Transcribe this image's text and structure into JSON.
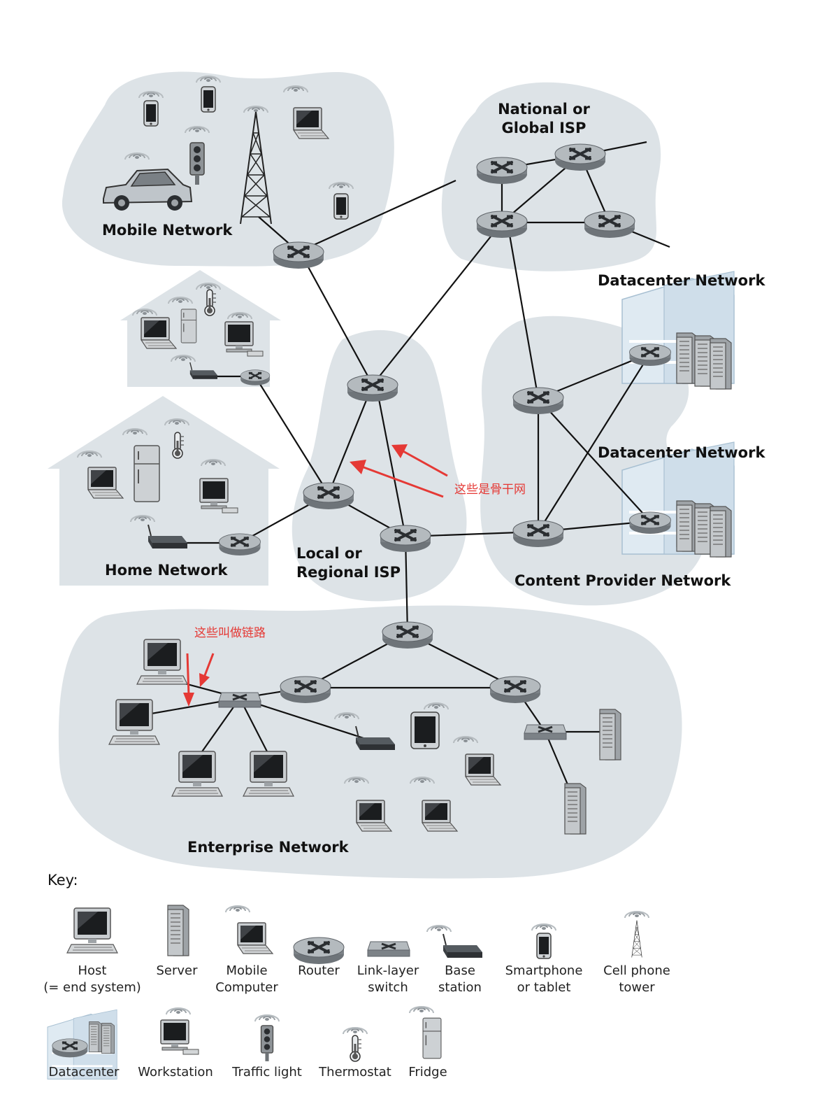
{
  "regions": {
    "mobile": "Mobile Network",
    "global_isp": [
      "National or",
      "Global ISP"
    ],
    "datacenter_top": "Datacenter Network",
    "datacenter_mid": "Datacenter Network",
    "home": "Home Network",
    "regional_isp": [
      "Local or",
      "Regional ISP"
    ],
    "content_provider": "Content Provider Network",
    "enterprise": "Enterprise Network"
  },
  "annotations": {
    "backbone": "这些是骨干网",
    "links": "这些叫做链路"
  },
  "key": {
    "title": "Key:",
    "items": [
      {
        "icon": "host-icon",
        "label": [
          "Host",
          "(= end system)"
        ]
      },
      {
        "icon": "server-icon",
        "label": [
          "Server"
        ]
      },
      {
        "icon": "mobile-computer-icon",
        "label": [
          "Mobile",
          "Computer"
        ]
      },
      {
        "icon": "router-icon",
        "label": [
          "Router"
        ]
      },
      {
        "icon": "link-layer-switch-icon",
        "label": [
          "Link-layer",
          "switch"
        ]
      },
      {
        "icon": "base-station-icon",
        "label": [
          "Base",
          "station"
        ]
      },
      {
        "icon": "smartphone-icon",
        "label": [
          "Smartphone",
          "or tablet"
        ]
      },
      {
        "icon": "cell-tower-icon",
        "label": [
          "Cell phone",
          "tower"
        ]
      },
      {
        "icon": "datacenter-icon",
        "label": [
          "Datacenter"
        ]
      },
      {
        "icon": "workstation-icon",
        "label": [
          "Workstation"
        ]
      },
      {
        "icon": "traffic-light-icon",
        "label": [
          "Traffic light"
        ]
      },
      {
        "icon": "thermostat-icon",
        "label": [
          "Thermostat"
        ]
      },
      {
        "icon": "fridge-icon",
        "label": [
          "Fridge"
        ]
      }
    ]
  },
  "colors": {
    "region_fill": "#dde3e7",
    "annotation": "#e53935",
    "router_body": "#9aa0a5",
    "link": "#111111"
  }
}
